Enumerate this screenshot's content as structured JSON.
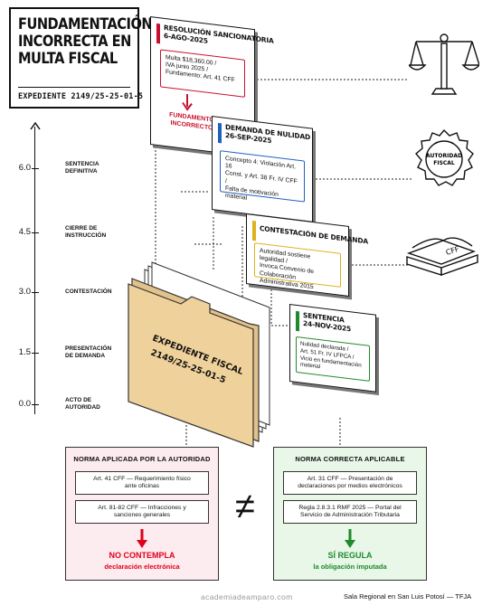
{
  "title": {
    "lines": [
      "FUNDAMENTACIÓN",
      "INCORRECTA EN",
      "MULTA FISCAL"
    ],
    "expediente": "EXPEDIENTE 2149/25-25-01-5"
  },
  "timeline": [
    {
      "value": "6.0",
      "label": [
        "SENTENCIA",
        "DEFINITIVA"
      ]
    },
    {
      "value": "4.5",
      "label": [
        "CIERRE DE",
        "INSTRUCCIÓN"
      ]
    },
    {
      "value": "3.0",
      "label": [
        "CONTESTACIÓN"
      ]
    },
    {
      "value": "1.5",
      "label": [
        "PRESENTACIÓN",
        "DE DEMANDA"
      ]
    },
    {
      "value": "0.0",
      "label": [
        "ACTO DE",
        "AUTORIDAD"
      ]
    }
  ],
  "cards": {
    "resolucion": {
      "title": "RESOLUCIÓN SANCIONATORIA",
      "date": "6-AGO-2025",
      "body": [
        "Multa $18,360.00 /",
        "IVA junio 2025 /",
        "Fundamento: Art. 41 CFF"
      ],
      "note": [
        "FUNDAMENTO",
        "INCORRECTO"
      ],
      "color": "#c8102e"
    },
    "demanda": {
      "title": "DEMANDA DE NULIDAD",
      "date": "26-SEP-2025",
      "body": [
        "Concepto 4: Violación Art. 16",
        "Const. y Art. 38 Fr. IV CFF /",
        "Falta de motivación material"
      ],
      "color": "#1f5fbf"
    },
    "contestacion": {
      "title": "CONTESTACIÓN DE DEMANDA",
      "body": [
        "Autoridad sostiene legalidad /",
        "Invoca Convenio de",
        "Colaboración Administrativa 2015"
      ],
      "color": "#e0b020"
    },
    "sentencia": {
      "title": "SENTENCIA",
      "date": "24-NOV-2025",
      "body": [
        "Nulidad declarada /",
        "Art. 51 Fr. IV LFPCA /",
        "Vicio en fundamentación material"
      ],
      "color": "#1f8a2e"
    }
  },
  "folder": {
    "label": "EXPEDIENTE FISCAL",
    "number": "2149/25-25-01-5"
  },
  "icons": {
    "seal_text": [
      "AUTORIDAD",
      "FISCAL"
    ],
    "book_text": "CFF"
  },
  "norma_autoridad": {
    "heading": "NORMA APLICADA POR LA AUTORIDAD",
    "items": [
      [
        "Art. 41 CFF — Requerimiento físico",
        "ante oficinas"
      ],
      [
        "Art. 81-82 CFF — Infracciones y",
        "sanciones generales"
      ]
    ],
    "conclusion": "NO CONTEMPLA",
    "conclusion_sub": "declaración electrónica",
    "color": "#e0001b"
  },
  "not_equal": "≠",
  "norma_correcta": {
    "heading": "NORMA CORRECTA APLICABLE",
    "items": [
      [
        "Art. 31 CFF — Presentación de",
        "declaraciones por medios electrónicos"
      ],
      [
        "Regla 2.8.3.1 RMF 2025 — Portal del",
        "Servicio de Administración Tributaria"
      ]
    ],
    "conclusion": "SÍ REGULA",
    "conclusion_sub": "la obligación imputada",
    "color": "#1f8a2e"
  },
  "footer": {
    "site": "academiadeamparo.com",
    "court": "Sala Regional en San Luis Potosí — TFJA"
  }
}
